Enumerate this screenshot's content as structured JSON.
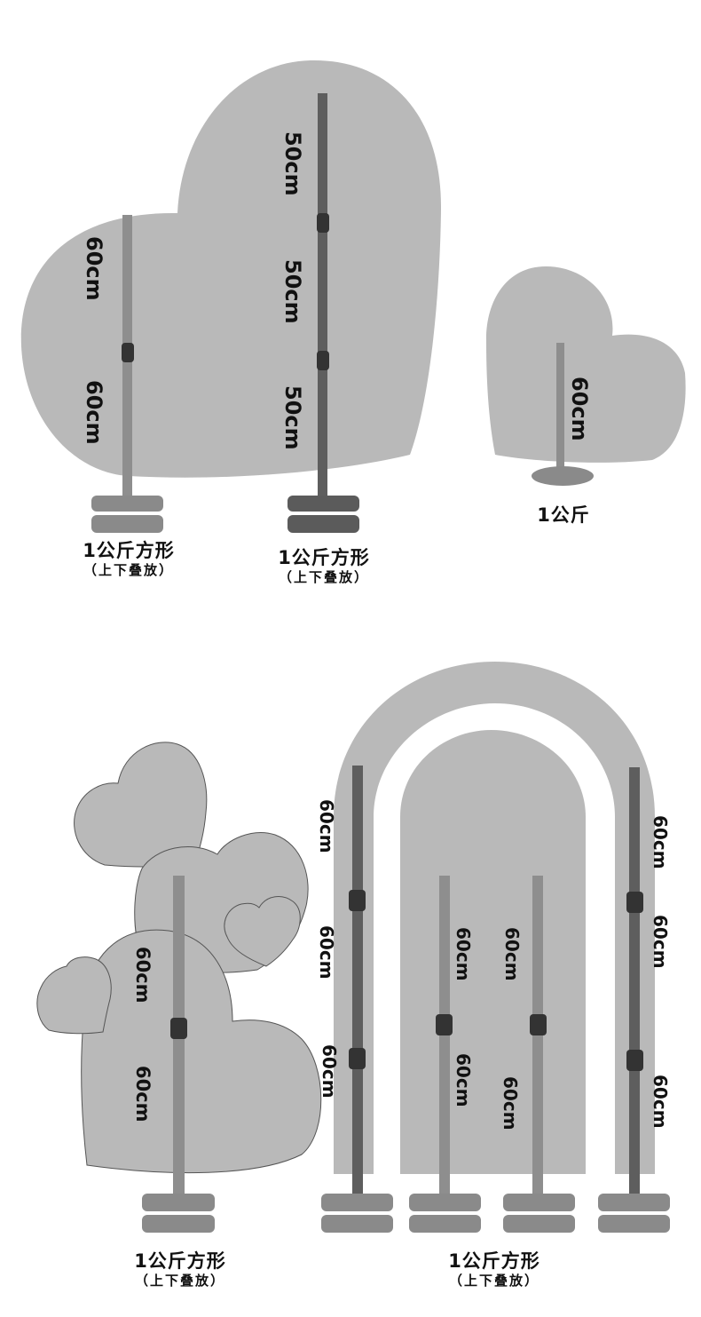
{
  "captions": {
    "heart_large": {
      "main": "1公斤方形",
      "sub": "（上下叠放）"
    },
    "heart_tall": {
      "main": "1公斤方形",
      "sub": "（上下叠放）"
    },
    "heart_small": {
      "main": "1公斤"
    },
    "heart_cluster": {
      "main": "1公斤方形",
      "sub": "（上下叠放）"
    },
    "arch_set": {
      "main": "1公斤方形",
      "sub": "（上下叠放）"
    }
  },
  "labels": {
    "large_heart_pole": [
      "60cm",
      "60cm"
    ],
    "tall_pole": [
      "50cm",
      "50cm",
      "50cm"
    ],
    "small_heart_pole": [
      "60cm"
    ],
    "cluster_pole": [
      "60cm",
      "60cm"
    ],
    "arch_left_pole": [
      "60cm",
      "60cm",
      "60cm"
    ],
    "inner_left_pole": [
      "60cm",
      "60cm"
    ],
    "inner_right_pole": [
      "60cm",
      "60cm"
    ],
    "arch_right_pole": [
      "60cm",
      "60cm",
      "60cm"
    ]
  },
  "colors": {
    "panel": "#b9b9b9",
    "pole_light": "#8e8e8e",
    "pole_dark": "#5e5e5e",
    "connector": "#333333",
    "base_light": "#8a8a8a",
    "base_dark": "#5b5b5b"
  }
}
